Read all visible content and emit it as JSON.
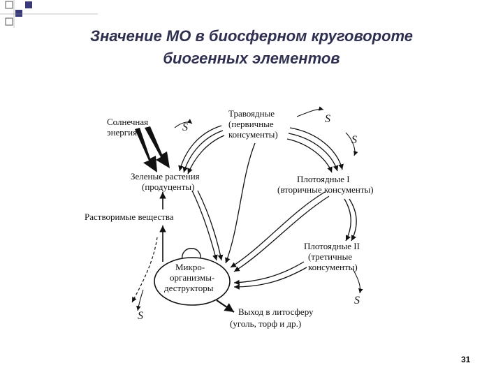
{
  "slide": {
    "title_line1": "Значение МО в биосферном  круговороте",
    "title_line2": "биогенных элементов",
    "page_number": "31"
  },
  "diagram": {
    "sun": [
      "Солнечная",
      "энергия"
    ],
    "green_plants": [
      "Зеленые растения",
      "(продуценты)"
    ],
    "herbivores": [
      "Травоядные",
      "(первичные",
      "консументы)"
    ],
    "carnivores1": [
      "Плотоядные I",
      "(вторичные консументы)"
    ],
    "carnivores2": [
      "Плотоядные II",
      "(третичные",
      "консументы)"
    ],
    "soluble": "Растворимые вещества",
    "microorganisms": [
      "Микро-",
      "организмы-",
      "деструкторы"
    ],
    "lithosphere": [
      "Выход в литосферу",
      "(уголь, торф  и др.)"
    ],
    "s_label": "S"
  },
  "colors": {
    "title": "#2f2f4f",
    "ink": "#111111",
    "accent": "#3a3a7a"
  }
}
